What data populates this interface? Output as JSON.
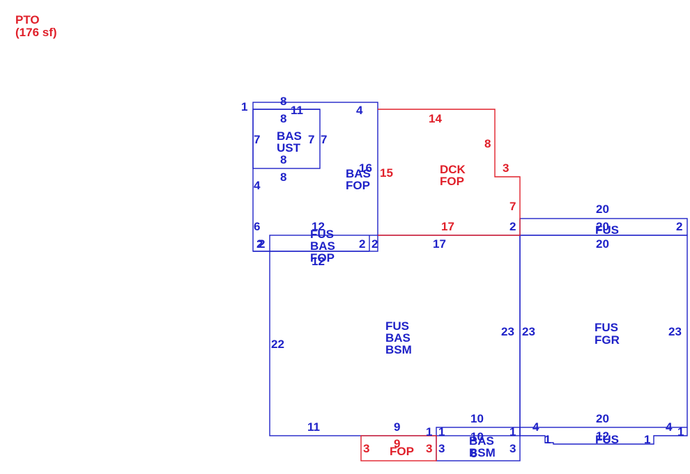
{
  "legend": {
    "code": "PTO",
    "area": "(176 sf)"
  },
  "colors": {
    "blue": "#1f22c8",
    "red": "#e0202a"
  },
  "labels": {
    "ust_top_1": "1",
    "ust_top_8a": "8",
    "ust_top_11": "11",
    "ust_top_8b": "8",
    "ust_left_7": "7",
    "ust_right_7a": "7",
    "ust_right_7b": "7",
    "ust_bottom_8a": "8",
    "ust_bottom_8b": "8",
    "bas_top_4": "4",
    "bas_left_4": "4",
    "bas_right_16": "16",
    "bas_left_6": "6",
    "porch_12a": "12",
    "porch_2a": "2",
    "porch_2b": "2",
    "porch_2c": "2",
    "porch_12b": "12",
    "porch_2d": "2",
    "main_top_17": "17",
    "main_left_22": "22",
    "main_right_23": "23",
    "main_bottom_11": "11",
    "main_bottom_9": "9",
    "dck_14": "14",
    "dck_8": "8",
    "dck_3": "3",
    "dck_15": "15",
    "dck_7": "7",
    "dck_17": "17",
    "dck_2": "2",
    "gar_20a": "20",
    "gar_20b": "20",
    "gar_20c": "20",
    "gar_2": "2",
    "gar_left_23": "23",
    "gar_right_23": "23",
    "gar_bottom_20": "20",
    "gar_4a": "4",
    "gar_4b": "4",
    "gar_1a": "1",
    "gar_1b": "1",
    "gar_1c": "1",
    "gar_12": "12",
    "fop_3a": "3",
    "fop_9": "9",
    "fop_3b": "3",
    "fop_1": "1",
    "bsm_10a": "10",
    "bsm_10b": "10",
    "bsm_1a": "1",
    "bsm_1b": "1",
    "bsm_3a": "3",
    "bsm_3b": "3",
    "bsm_8": "8"
  },
  "areas": {
    "ust": [
      "BAS",
      "UST"
    ],
    "bas_fop": [
      "BAS",
      "FOP"
    ],
    "dck_fop": [
      "DCK",
      "FOP"
    ],
    "porch": [
      "FUS",
      "BAS",
      "FOP"
    ],
    "main": [
      "FUS",
      "BAS",
      "BSM"
    ],
    "garage_top": [
      "FUS"
    ],
    "garage": [
      "FUS",
      "FGR"
    ],
    "garage_bottom": [
      "FUS"
    ],
    "bottom_red": [
      "FOP"
    ],
    "bottom_blue": [
      "BAS",
      "BSM"
    ]
  }
}
